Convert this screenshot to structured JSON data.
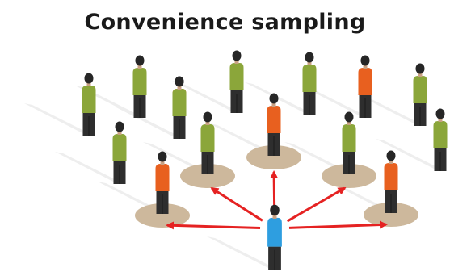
{
  "title": "Convenience sampling",
  "colors": {
    "green": "#8ba63a",
    "orange": "#e8601f",
    "blue": "#2e9ee0",
    "arrow": "#e52222",
    "disc": "#cdb89c",
    "legs": "#2e2e2e",
    "head": "#262626",
    "shadow": "#eeeeee"
  },
  "people": [
    {
      "id": "p1",
      "body": "green"
    },
    {
      "id": "p2",
      "body": "green"
    },
    {
      "id": "p3",
      "body": "green"
    },
    {
      "id": "p4",
      "body": "green"
    },
    {
      "id": "p5",
      "body": "orange"
    },
    {
      "id": "p6",
      "body": "green"
    },
    {
      "id": "p7",
      "body": "orange"
    },
    {
      "id": "p8",
      "body": "green"
    },
    {
      "id": "p9",
      "body": "green"
    },
    {
      "id": "p10",
      "body": "green"
    },
    {
      "id": "p11",
      "body": "green",
      "selected": true
    },
    {
      "id": "p12",
      "body": "orange",
      "selected": true
    },
    {
      "id": "p13",
      "body": "green",
      "selected": true
    },
    {
      "id": "p14",
      "body": "orange",
      "selected": true
    },
    {
      "id": "p15",
      "body": "orange",
      "selected": true
    },
    {
      "id": "researcher",
      "body": "blue",
      "role": "researcher"
    }
  ]
}
